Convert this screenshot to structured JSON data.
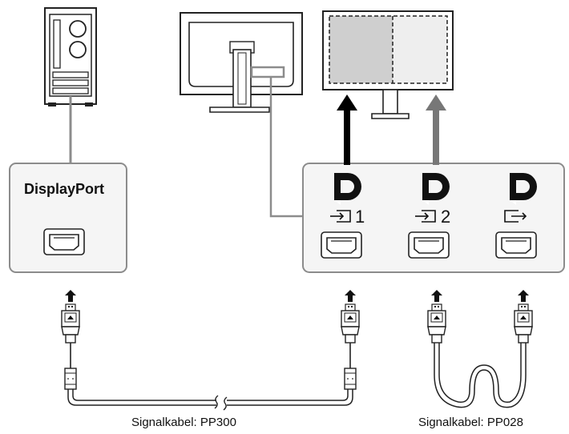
{
  "interface_label": "DisplayPort",
  "port_numbers": [
    "1",
    "2"
  ],
  "cable_captions": [
    "Signalkabel: PP300",
    "Signalkabel: PP028"
  ],
  "colors": {
    "stroke": "#222222",
    "box_border": "#8c8c8c",
    "box_fill": "#f5f5f5",
    "arrow_input1": "#000000",
    "arrow_input2": "#777777",
    "screen_left_area": "#cfcfcf",
    "screen_right_area": "#eeeeee"
  },
  "icons": [
    "pc-tower-icon",
    "monitor-rear-icon",
    "monitor-front-icon",
    "displayport-logo-icon",
    "input-icon",
    "output-icon",
    "up-arrow-icon",
    "displayport-cable-icon"
  ]
}
